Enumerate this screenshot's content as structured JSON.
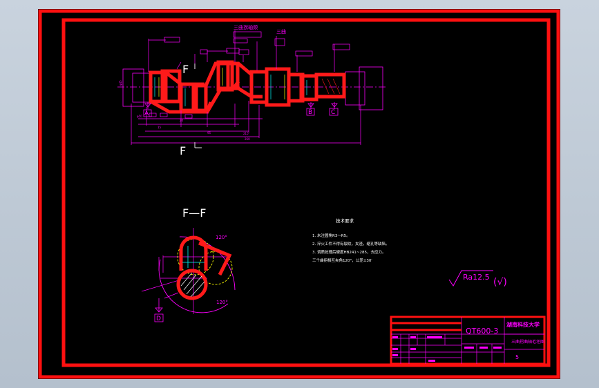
{
  "drawing": {
    "top_note_1": "三曲拐轴颈",
    "top_note_2": "三曲",
    "datum_a": "A",
    "datum_b": "B",
    "datum_c": "C",
    "datum_d": "D",
    "section_mark": "F",
    "section_title": "F—F",
    "angle_top": "120°",
    "angle_bottom": "120°"
  },
  "notes": {
    "title": "技术要求",
    "lines": [
      "1. 未注圆角R3～R5。",
      "2. 淬火工件不得有裂纹，夹渣，缩孔等缺陷。",
      "3. 调质处理后硬度HB241~285，去应力。",
      "三个曲拐相互夹角120°，公差±30′"
    ]
  },
  "roughness": {
    "value": "Ra12.5",
    "suffix": "(√)"
  },
  "title_block": {
    "material": "QT600-3",
    "school": "湖南科技大学",
    "drawing_name": "三曲拐曲轴毛坯图",
    "sheet_value": "5"
  }
}
